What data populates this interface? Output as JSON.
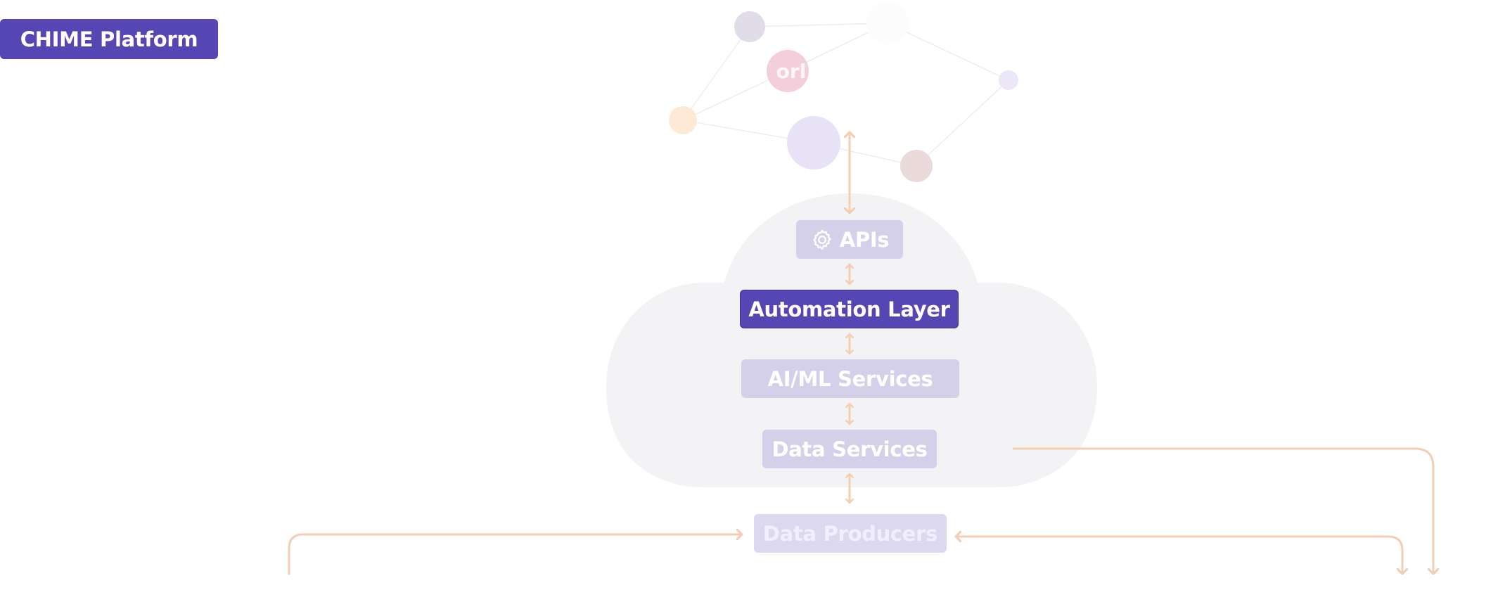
{
  "platform": {
    "label": "CHIME Platform",
    "color": "#5546b3"
  },
  "network": {
    "node_label": "orl",
    "node_colors": [
      "#e0dce8",
      "#f3cfdc",
      "#fcfcfc",
      "#ebe6f8",
      "#fde9d6",
      "#e7e2f6",
      "#eadada"
    ]
  },
  "stack": {
    "apis": {
      "label": "APIs",
      "icon": "gear-icon"
    },
    "automation": {
      "label": "Automation Layer"
    },
    "aiml": {
      "label": "AI/ML Services"
    },
    "data_services": {
      "label": "Data Services"
    },
    "producers": {
      "label": "Data Producers"
    }
  },
  "colors": {
    "accent": "#5546b3",
    "faded_box": "#d4d0ea",
    "arrow": "#f4cdb5",
    "cloud": "#f3f3f5"
  }
}
